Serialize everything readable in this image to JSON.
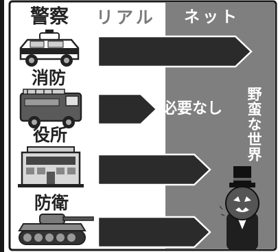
{
  "headers": {
    "real": "リアル",
    "net": "ネット"
  },
  "categories": [
    {
      "label": "警察",
      "icon": "police-car-icon"
    },
    {
      "label": "消防",
      "icon": "fire-truck-icon"
    },
    {
      "label": "役所",
      "icon": "city-office-icon"
    },
    {
      "label": "防衛",
      "icon": "tank-icon"
    }
  ],
  "net_notes": {
    "not_needed": "必要なし",
    "wild_world": "野蛮な世界"
  },
  "colors": {
    "net_bg": "#7f7f7f",
    "header_text_real": "#7a7a7a",
    "arrow_fill": "#2b2b2b",
    "arrow_outline": "#ffffff",
    "border": "#1a1a1a"
  },
  "mascot": "pumpkin-head-gentleman-icon"
}
